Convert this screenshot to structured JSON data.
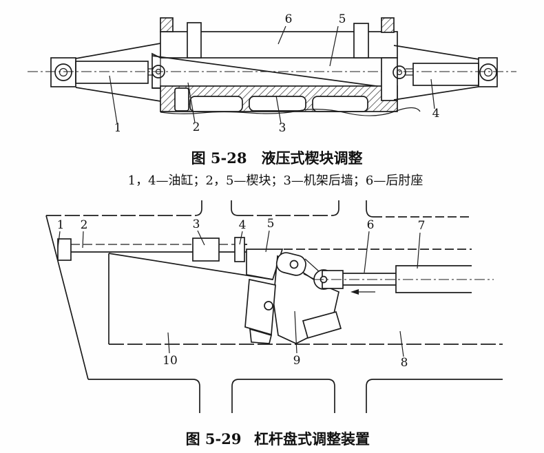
{
  "page": {
    "background": "#fefefe",
    "line_color": "#1c1c1c"
  },
  "figure_5_28": {
    "caption_label": "图 5-28",
    "caption_title": "液压式楔块调整",
    "legend": "1，4—油缸；2，5—楔块；3—机架后墙；6—后肘座",
    "part_labels": [
      "1",
      "2",
      "3",
      "4",
      "5",
      "6"
    ]
  },
  "figure_5_29": {
    "caption_label": "图 5-29",
    "caption_title": "杠杆盘式调整装置",
    "part_labels": [
      "1",
      "2",
      "3",
      "4",
      "5",
      "6",
      "7",
      "8",
      "9",
      "10"
    ]
  }
}
